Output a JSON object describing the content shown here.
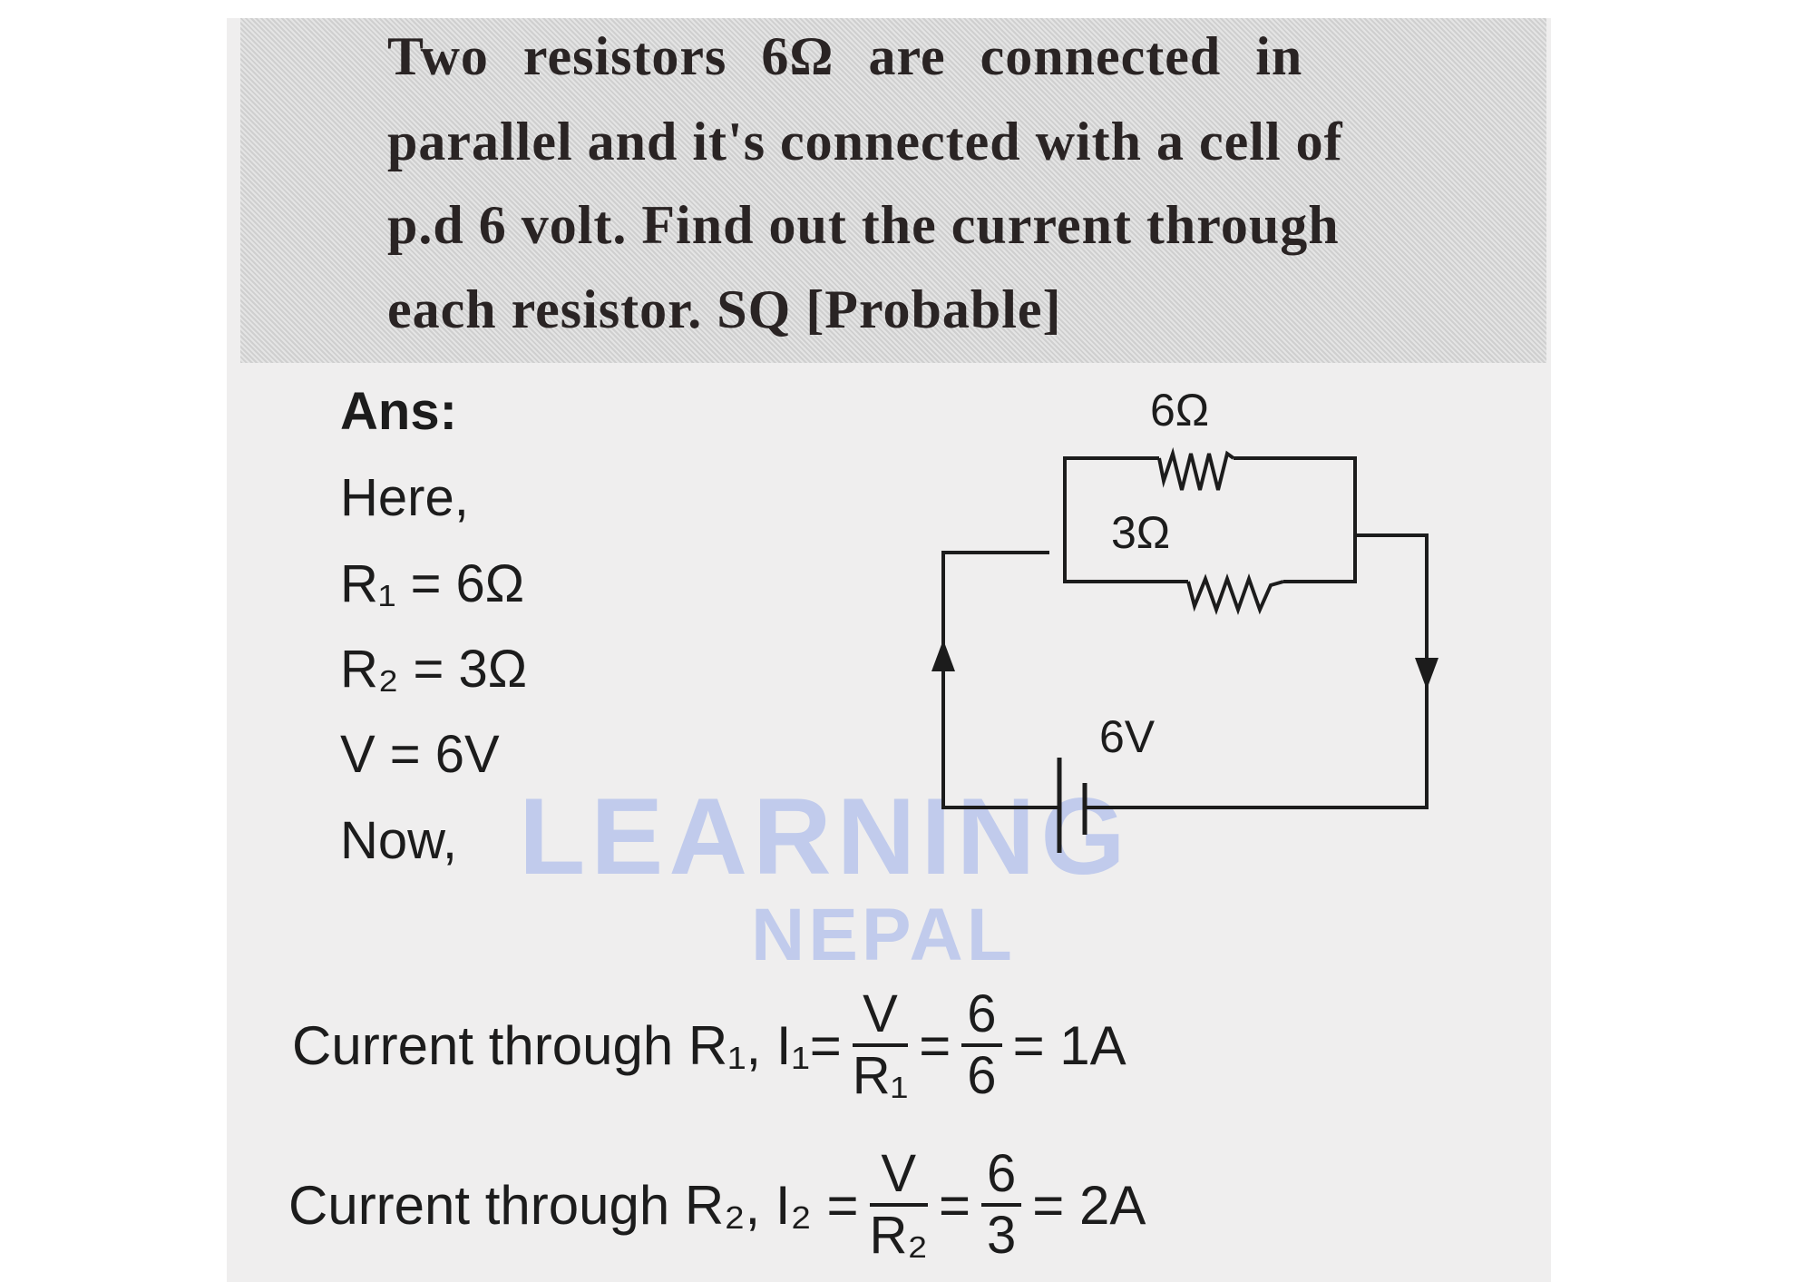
{
  "question": {
    "lines": [
      "Two resistors 6Ω are connected in",
      "parallel and it's connected with a cell of",
      "p.d 6 volt. Find out the current through",
      "each resistor. SQ [Probable]"
    ]
  },
  "answer": {
    "heading": "Ans:",
    "given": [
      "Here,",
      "R₁ = 6Ω",
      "R₂ = 3Ω",
      "V = 6V",
      "Now,"
    ],
    "eq1": {
      "prefix": "Current through R₁, I₁=",
      "num1": "V",
      "den1": "R₁",
      "eqsign": "=",
      "num2": "6",
      "den2": "6",
      "result": "= 1A"
    },
    "eq2": {
      "prefix": "Current through R₂, I₂ =",
      "num1": "V",
      "den1": "R₂",
      "eqsign": "=",
      "num2": "6",
      "den2": "3",
      "result": "= 2A"
    }
  },
  "circuit": {
    "r1_label": "6Ω",
    "r2_label": "3Ω",
    "cell_label": "6V"
  },
  "watermark": {
    "line1": "LEARNING",
    "line2": "NEPAL",
    "color": "#b9c6ec"
  }
}
